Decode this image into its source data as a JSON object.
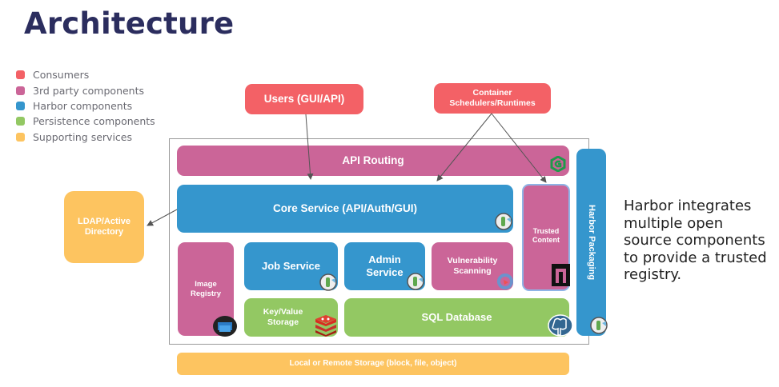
{
  "title": "Architecture",
  "legend": [
    {
      "label": "Consumers",
      "color": "#f36166"
    },
    {
      "label": "3rd party components",
      "color": "#cb6598"
    },
    {
      "label": "Harbor components",
      "color": "#3596cd"
    },
    {
      "label": "Persistence components",
      "color": "#93c863"
    },
    {
      "label": "Supporting services",
      "color": "#fdc460"
    }
  ],
  "consumers": {
    "users": "Users (GUI/API)",
    "schedulers_line1": "Container",
    "schedulers_line2": "Schedulers/Runtimes"
  },
  "components": {
    "api_routing": "API Routing",
    "core_service": "Core Service (API/Auth/GUI)",
    "ldap_line1": "LDAP/Active",
    "ldap_line2": "Directory",
    "image_registry_line1": "Image",
    "image_registry_line2": "Registry",
    "job_service": "Job Service",
    "admin_service_line1": "Admin",
    "admin_service_line2": "Service",
    "vuln_line1": "Vulnerability",
    "vuln_line2": "Scanning",
    "trusted_line1": "Trusted",
    "trusted_line2": "Content",
    "kv_line1": "Key/Value",
    "kv_line2": "Storage",
    "sql_database": "SQL Database",
    "harbor_packaging": "Harbor Packaging",
    "storage": "Local or Remote Storage (block, file, object)"
  },
  "description": [
    "Harbor integrates",
    "multiple open",
    "source components",
    "to provide a trusted",
    "registry."
  ],
  "icons": {
    "nginx": "nginx-icon",
    "docker_compose": "docker-compose-icon",
    "notary": "notary-icon",
    "clair": "clair-icon",
    "redis": "redis-icon",
    "postgres": "postgresql-icon",
    "registry": "docker-registry-icon"
  }
}
